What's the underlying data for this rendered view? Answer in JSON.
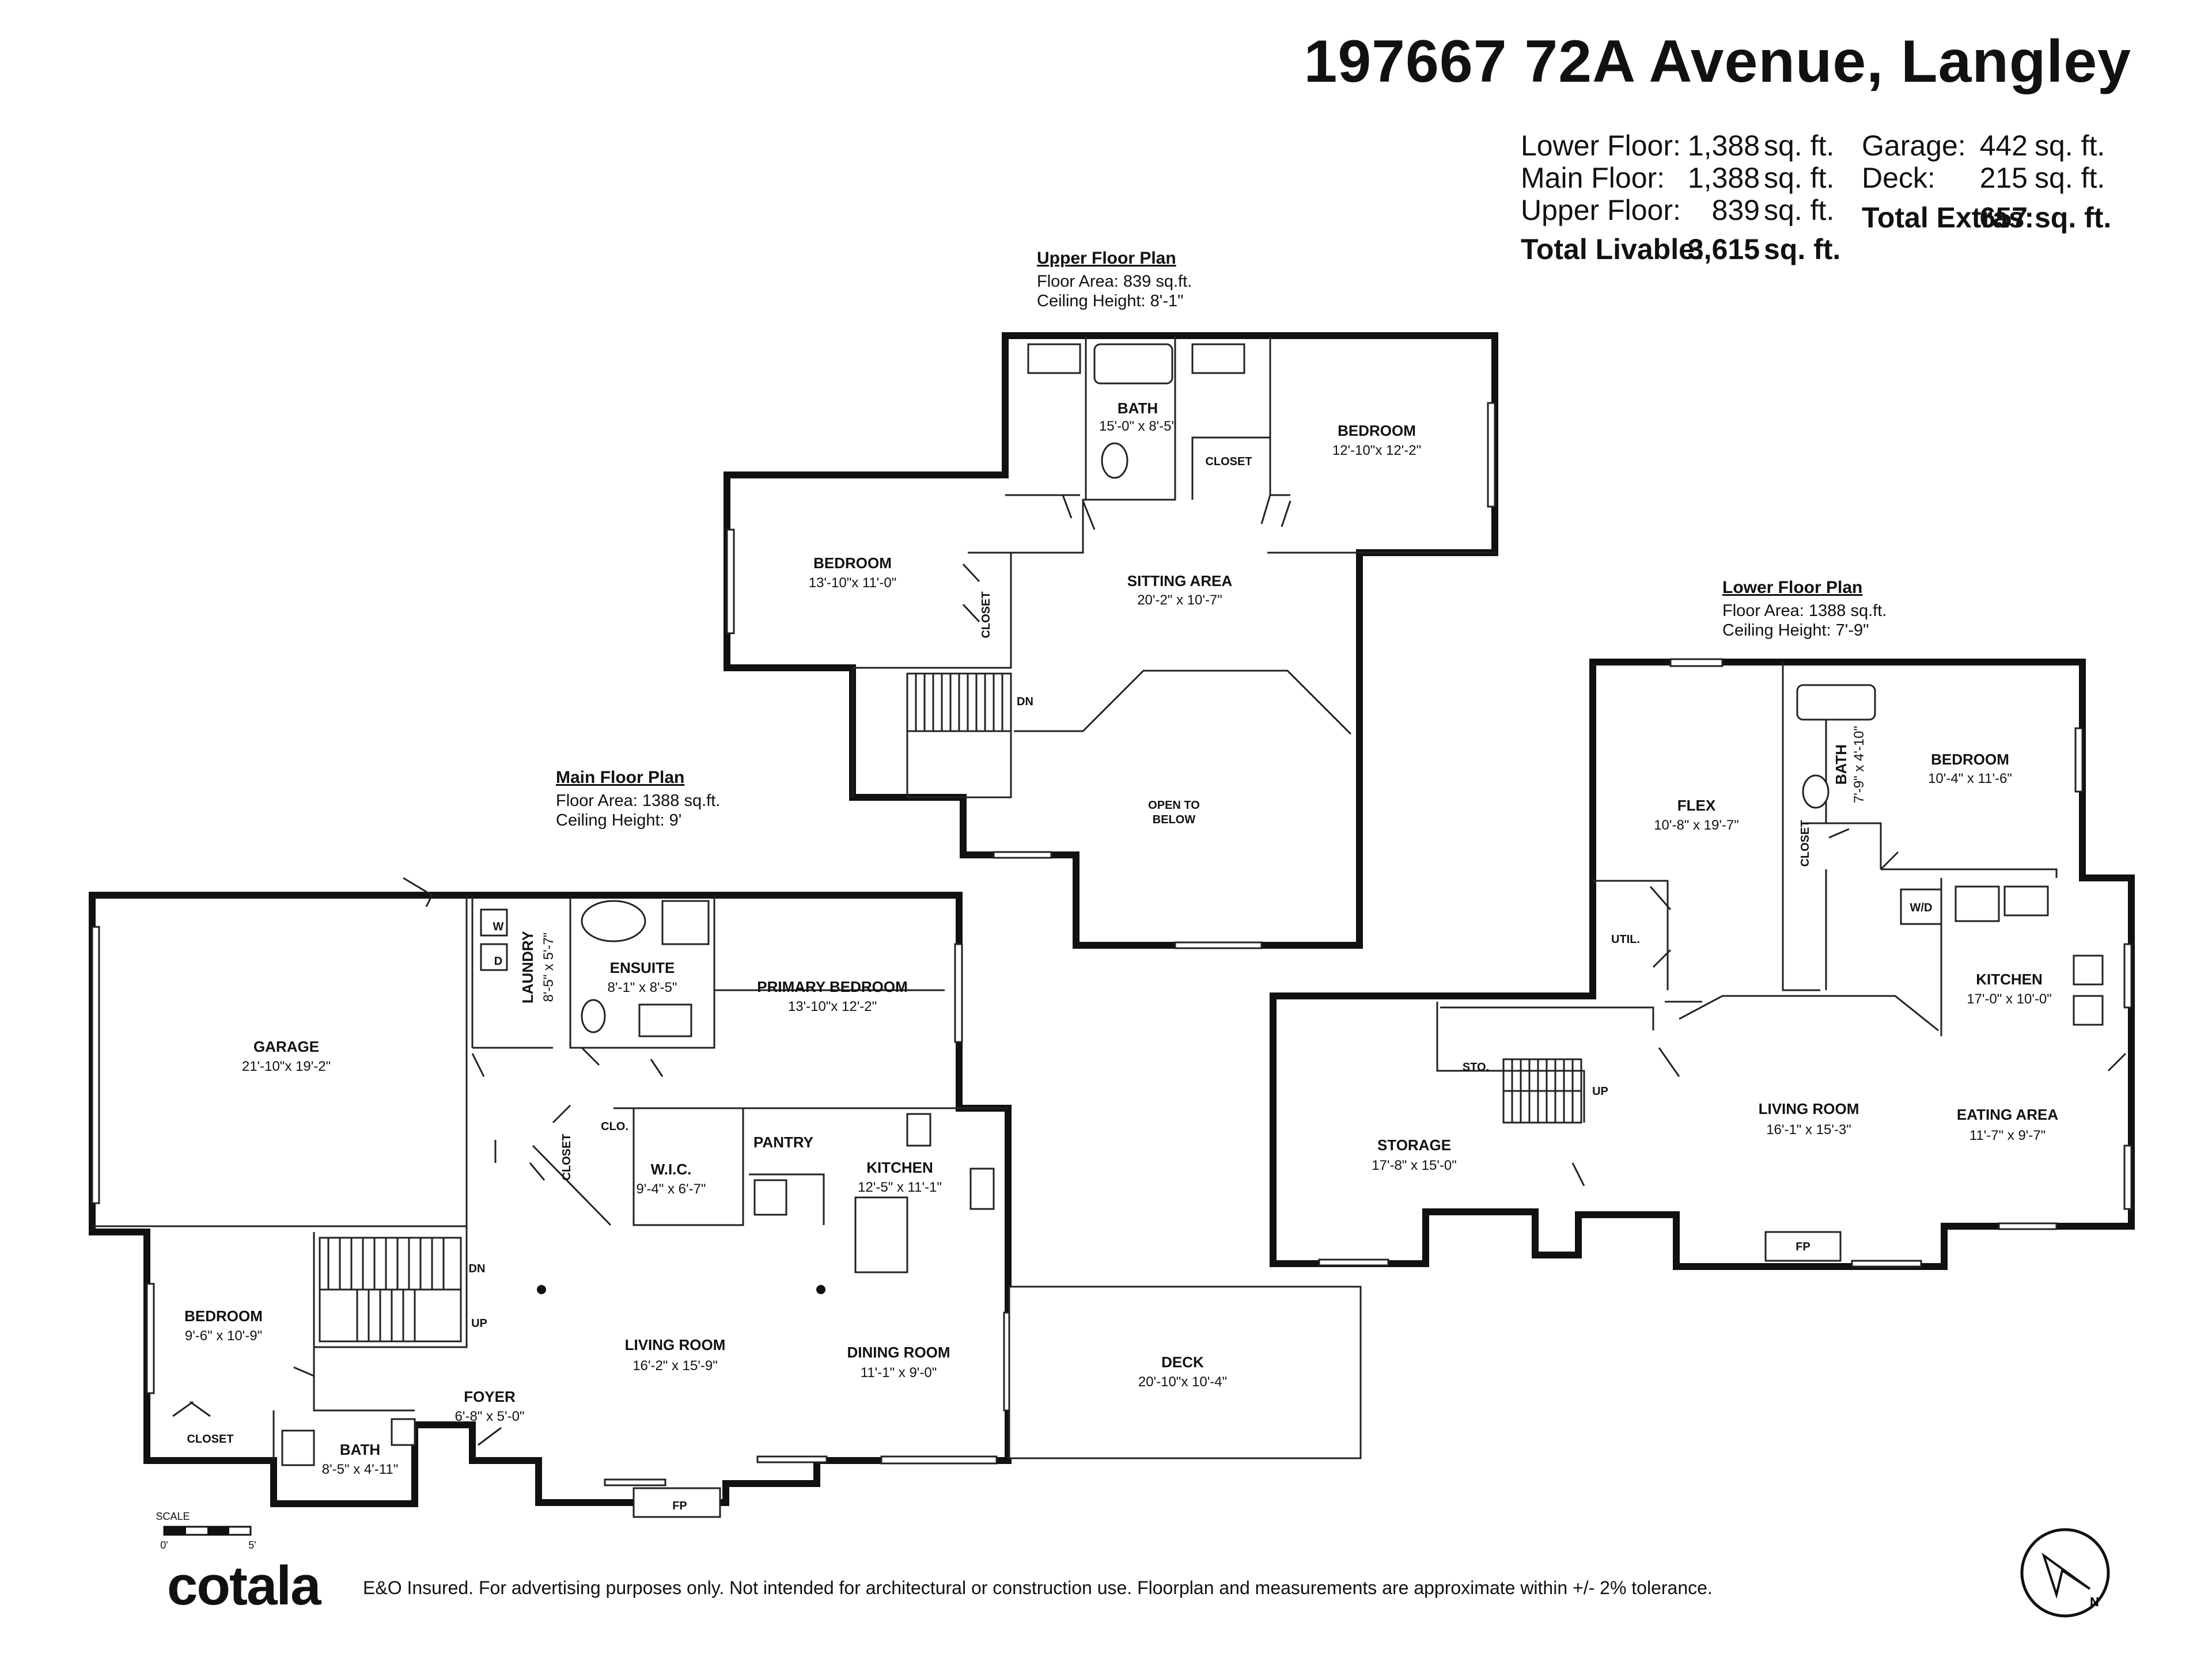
{
  "address": "197667 72A Avenue, Langley",
  "areas": {
    "lower_label": "Lower Floor:",
    "lower_value": "1,388",
    "main_label": "Main Floor:",
    "main_value": "1,388",
    "upper_label": "Upper Floor:",
    "upper_value": "839",
    "livable_label": "Total Livable:",
    "livable_value": "3,615",
    "unit": "sq. ft.",
    "garage_label": "Garage:",
    "garage_value": "442",
    "deck_label": "Deck:",
    "deck_value": "215",
    "extras_label": "Total Extras:",
    "extras_value": "657"
  },
  "upper": {
    "title": "Upper Floor Plan",
    "area": "Floor Area: 839 sq.ft.",
    "ceiling": "Ceiling Height: 8'-1\"",
    "rooms": {
      "bath": "BATH",
      "bath_dim": "15'-0\" x 8'-5\"",
      "closet1": "CLOSET",
      "bedroom1": "BEDROOM",
      "bedroom1_dim": "12'-10\"x 12'-2\"",
      "bedroom2": "BEDROOM",
      "bedroom2_dim": "13'-10\"x 11'-0\"",
      "closet2": "CLOSET",
      "sitting": "SITTING AREA",
      "sitting_dim": "20'-2\" x 10'-7\"",
      "open1": "OPEN TO",
      "open2": "BELOW",
      "dn": "DN"
    }
  },
  "main": {
    "title": "Main Floor Plan",
    "area": "Floor Area: 1388 sq.ft.",
    "ceiling": "Ceiling Height: 9'",
    "rooms": {
      "garage": "GARAGE",
      "garage_dim": "21'-10\"x 19'-2\"",
      "laundry": "LAUNDRY",
      "laundry_dim": "8'-5\" x 5'-7\"",
      "ensuite": "ENSUITE",
      "ensuite_dim": "8'-1\" x 8'-5\"",
      "primary": "PRIMARY BEDROOM",
      "primary_dim": "13'-10\"x 12'-2\"",
      "clo": "CLO.",
      "closet": "CLOSET",
      "wic": "W.I.C.",
      "wic_dim": "9'-4\" x 6'-7\"",
      "pantry": "PANTRY",
      "kitchen": "KITCHEN",
      "kitchen_dim": "12'-5\" x 11'-1\"",
      "bedroom": "BEDROOM",
      "bedroom_dim": "9'-6\" x 10'-9\"",
      "closet_b": "CLOSET",
      "living": "LIVING ROOM",
      "living_dim": "16'-2\" x 15'-9\"",
      "dining": "DINING ROOM",
      "dining_dim": "11'-1\" x 9'-0\"",
      "foyer": "FOYER",
      "foyer_dim": "6'-8\" x 5'-0\"",
      "bath": "BATH",
      "bath_dim": "8'-5\" x 4'-11\"",
      "deck": "DECK",
      "deck_dim": "20'-10\"x 10'-4\"",
      "fp": "FP",
      "dn": "DN",
      "up": "UP",
      "w": "W",
      "d": "D"
    }
  },
  "lower": {
    "title": "Lower Floor Plan",
    "area": "Floor Area: 1388 sq.ft.",
    "ceiling": "Ceiling Height: 7'-9\"",
    "rooms": {
      "flex": "FLEX",
      "flex_dim": "10'-8\" x 19'-7\"",
      "bath": "BATH",
      "bath_dim": "7'-9\" x 4'-10\"",
      "bedroom": "BEDROOM",
      "bedroom_dim": "10'-4\" x 11'-6\"",
      "closet": "CLOSET",
      "util": "UTIL.",
      "wd": "W/D",
      "kitchen": "KITCHEN",
      "kitchen_dim": "17'-0\" x 10'-0\"",
      "sto": "STO.",
      "up": "UP",
      "storage": "STORAGE",
      "storage_dim": "17'-8\" x 15'-0\"",
      "living": "LIVING ROOM",
      "living_dim": "16'-1\" x 15'-3\"",
      "eating": "EATING AREA",
      "eating_dim": "11'-7\" x 9'-7\"",
      "fp": "FP"
    }
  },
  "scale": {
    "label": "SCALE",
    "min": "0'",
    "max": "5'"
  },
  "brand": "cotala",
  "disclaimer": "E&O Insured. For advertising purposes only. Not intended for architectural or construction use. Floorplan and measurements are approximate within +/- 2% tolerance."
}
